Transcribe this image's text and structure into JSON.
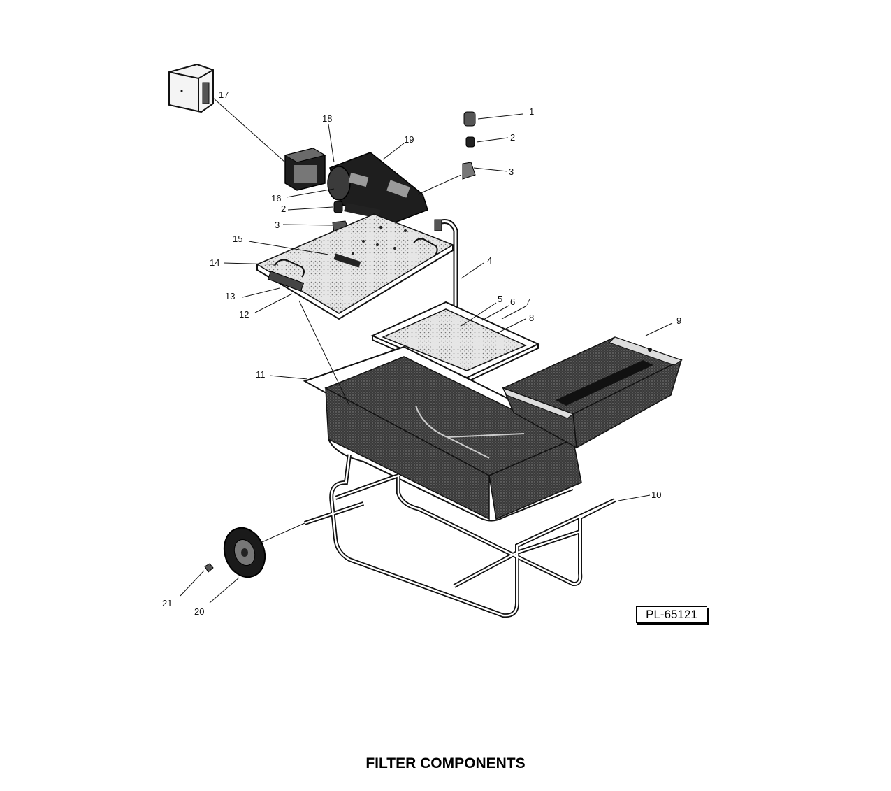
{
  "caption": "FILTER COMPONENTS",
  "part_number": "PL-65121",
  "callouts": [
    {
      "id": "c1",
      "label": "1"
    },
    {
      "id": "c2a",
      "label": "2"
    },
    {
      "id": "c3a",
      "label": "3"
    },
    {
      "id": "c2b",
      "label": "2"
    },
    {
      "id": "c3b",
      "label": "3"
    },
    {
      "id": "c4",
      "label": "4"
    },
    {
      "id": "c5",
      "label": "5"
    },
    {
      "id": "c6",
      "label": "6"
    },
    {
      "id": "c7",
      "label": "7"
    },
    {
      "id": "c8",
      "label": "8"
    },
    {
      "id": "c9",
      "label": "9"
    },
    {
      "id": "c10",
      "label": "10"
    },
    {
      "id": "c11",
      "label": "11"
    },
    {
      "id": "c12",
      "label": "12"
    },
    {
      "id": "c13",
      "label": "13"
    },
    {
      "id": "c14",
      "label": "14"
    },
    {
      "id": "c15",
      "label": "15"
    },
    {
      "id": "c16",
      "label": "16"
    },
    {
      "id": "c17",
      "label": "17"
    },
    {
      "id": "c18",
      "label": "18"
    },
    {
      "id": "c19",
      "label": "19"
    },
    {
      "id": "c20",
      "label": "20"
    },
    {
      "id": "c21",
      "label": "21"
    }
  ]
}
